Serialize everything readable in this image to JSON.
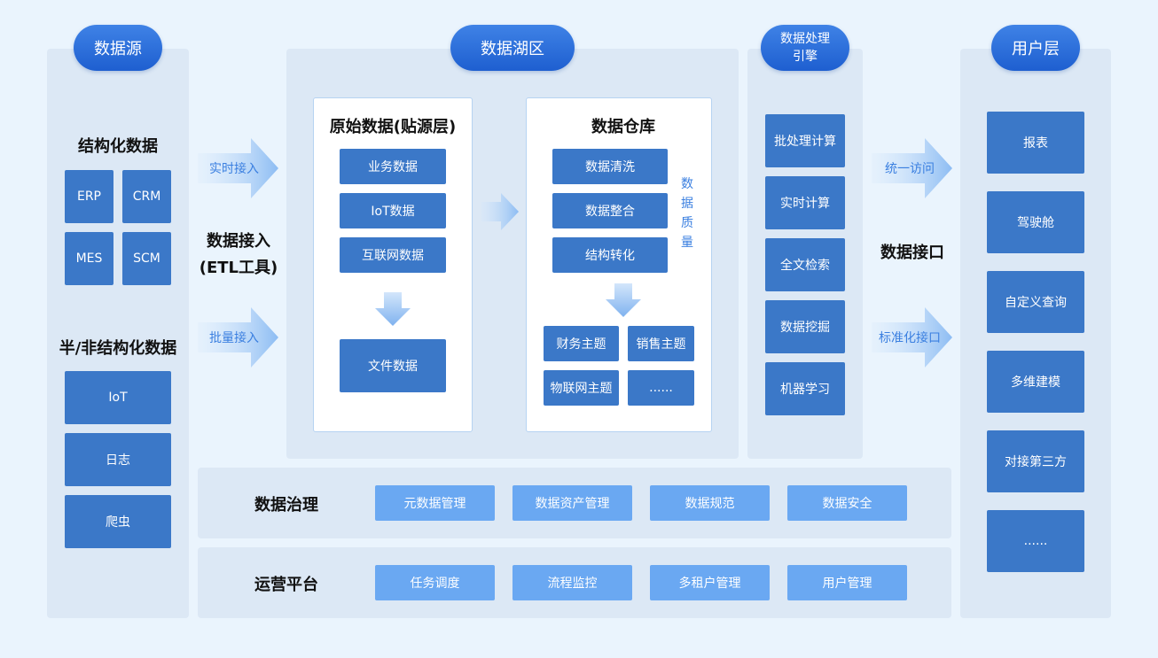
{
  "colors": {
    "background": "#eaf4fd",
    "panel": "#dce8f5",
    "pill": "#2a6bd8",
    "dark_box": "#3b78c8",
    "light_box": "#6aa8f2",
    "accent_text": "#3a7fe0"
  },
  "headers": {
    "source": "数据源",
    "lake": "数据湖区",
    "engine": "数据处理\n引擎",
    "user": "用户层"
  },
  "source": {
    "structured_title": "结构化数据",
    "structured_items": [
      "ERP",
      "CRM",
      "MES",
      "SCM"
    ],
    "semi_title": "半/非结构化数据",
    "semi_items": [
      "IoT",
      "日志",
      "爬虫"
    ]
  },
  "ingest": {
    "realtime": "实时接入",
    "batch": "批量接入",
    "title": "数据接入\n(ETL工具)"
  },
  "raw": {
    "title": "原始数据(贴源层)",
    "items": [
      "业务数据",
      "IoT数据",
      "互联网数据"
    ],
    "file": "文件数据"
  },
  "warehouse": {
    "title": "数据仓库",
    "steps": [
      "数据清洗",
      "数据整合",
      "结构转化"
    ],
    "quality": "数\n据\n质\n量",
    "topics": [
      "财务主题",
      "销售主题",
      "物联网主题",
      "......"
    ]
  },
  "engine": {
    "items": [
      "批处理计算",
      "实时计算",
      "全文检索",
      "数据挖掘",
      "机器学习"
    ]
  },
  "interface": {
    "unified": "统一访问",
    "standard": "标准化接口",
    "title": "数据接口"
  },
  "user": {
    "items": [
      "报表",
      "驾驶舱",
      "自定义查询",
      "多维建模",
      "对接第三方",
      "......"
    ]
  },
  "governance": {
    "title": "数据治理",
    "items": [
      "元数据管理",
      "数据资产管理",
      "数据规范",
      "数据安全"
    ]
  },
  "ops": {
    "title": "运营平台",
    "items": [
      "任务调度",
      "流程监控",
      "多租户管理",
      "用户管理"
    ]
  }
}
